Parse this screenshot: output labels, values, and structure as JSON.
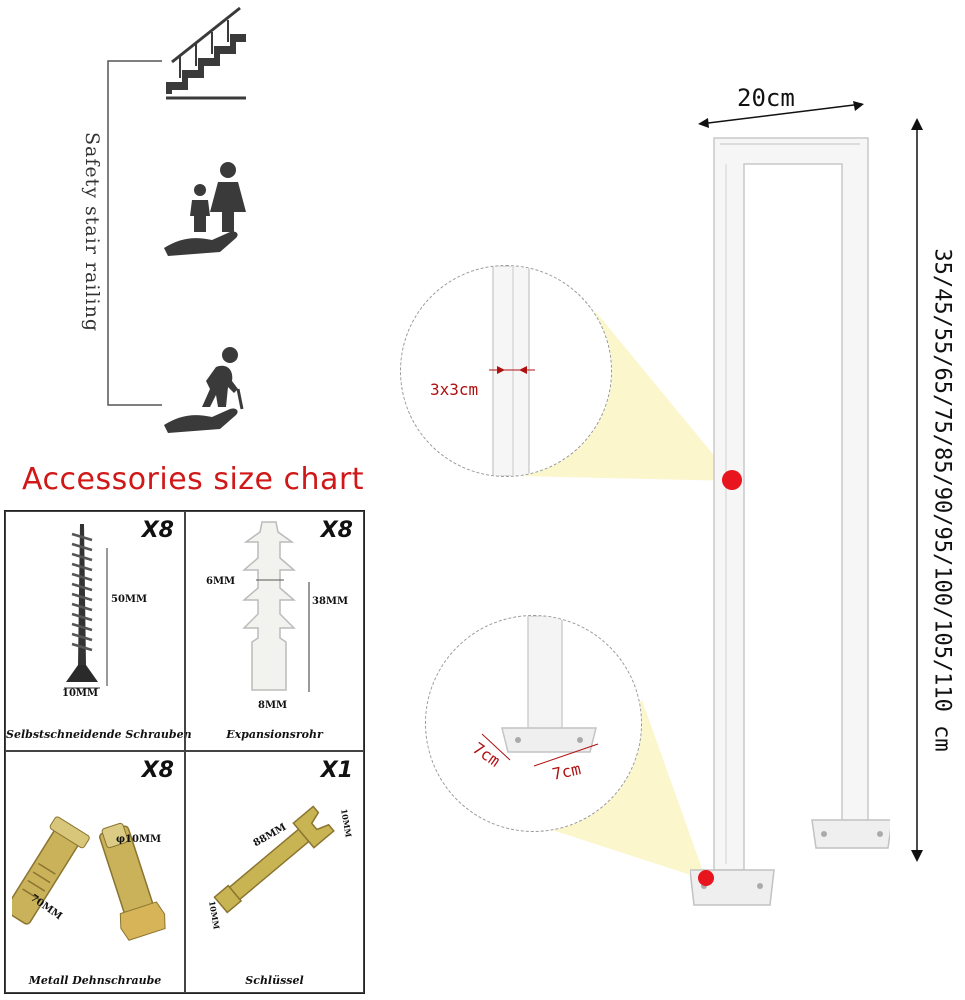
{
  "feature_title": "Safety stair railing",
  "accessories_title": "Accessories size chart",
  "accessories": [
    {
      "caption": "Selbstschneidende Schrauben",
      "quantity": "X8",
      "dims": [
        "50MM",
        "10MM"
      ]
    },
    {
      "caption": "Expansionsrohr",
      "quantity": "X8",
      "dims": [
        "6MM",
        "38MM",
        "8MM"
      ]
    },
    {
      "caption": "Metall Dehnschraube",
      "quantity": "X8",
      "dims": [
        "φ10MM",
        "70MM"
      ]
    },
    {
      "caption": "Schlüssel",
      "quantity": "X1",
      "dims": [
        "88MM",
        "10MM",
        "10MM"
      ]
    }
  ],
  "railing": {
    "width": "20cm",
    "heights": "35/45/55/65/75/85/90/95/100/105/110 cm",
    "tube_size": "3x3cm",
    "plate_w": "7cm",
    "plate_l": "7cm"
  },
  "colors": {
    "accent_red": "#d01818",
    "dot_red": "#e8141e",
    "highlight": "#fbf6c8"
  },
  "icons": [
    "stairs-icon",
    "family-hand-icon",
    "elderly-hand-icon"
  ]
}
